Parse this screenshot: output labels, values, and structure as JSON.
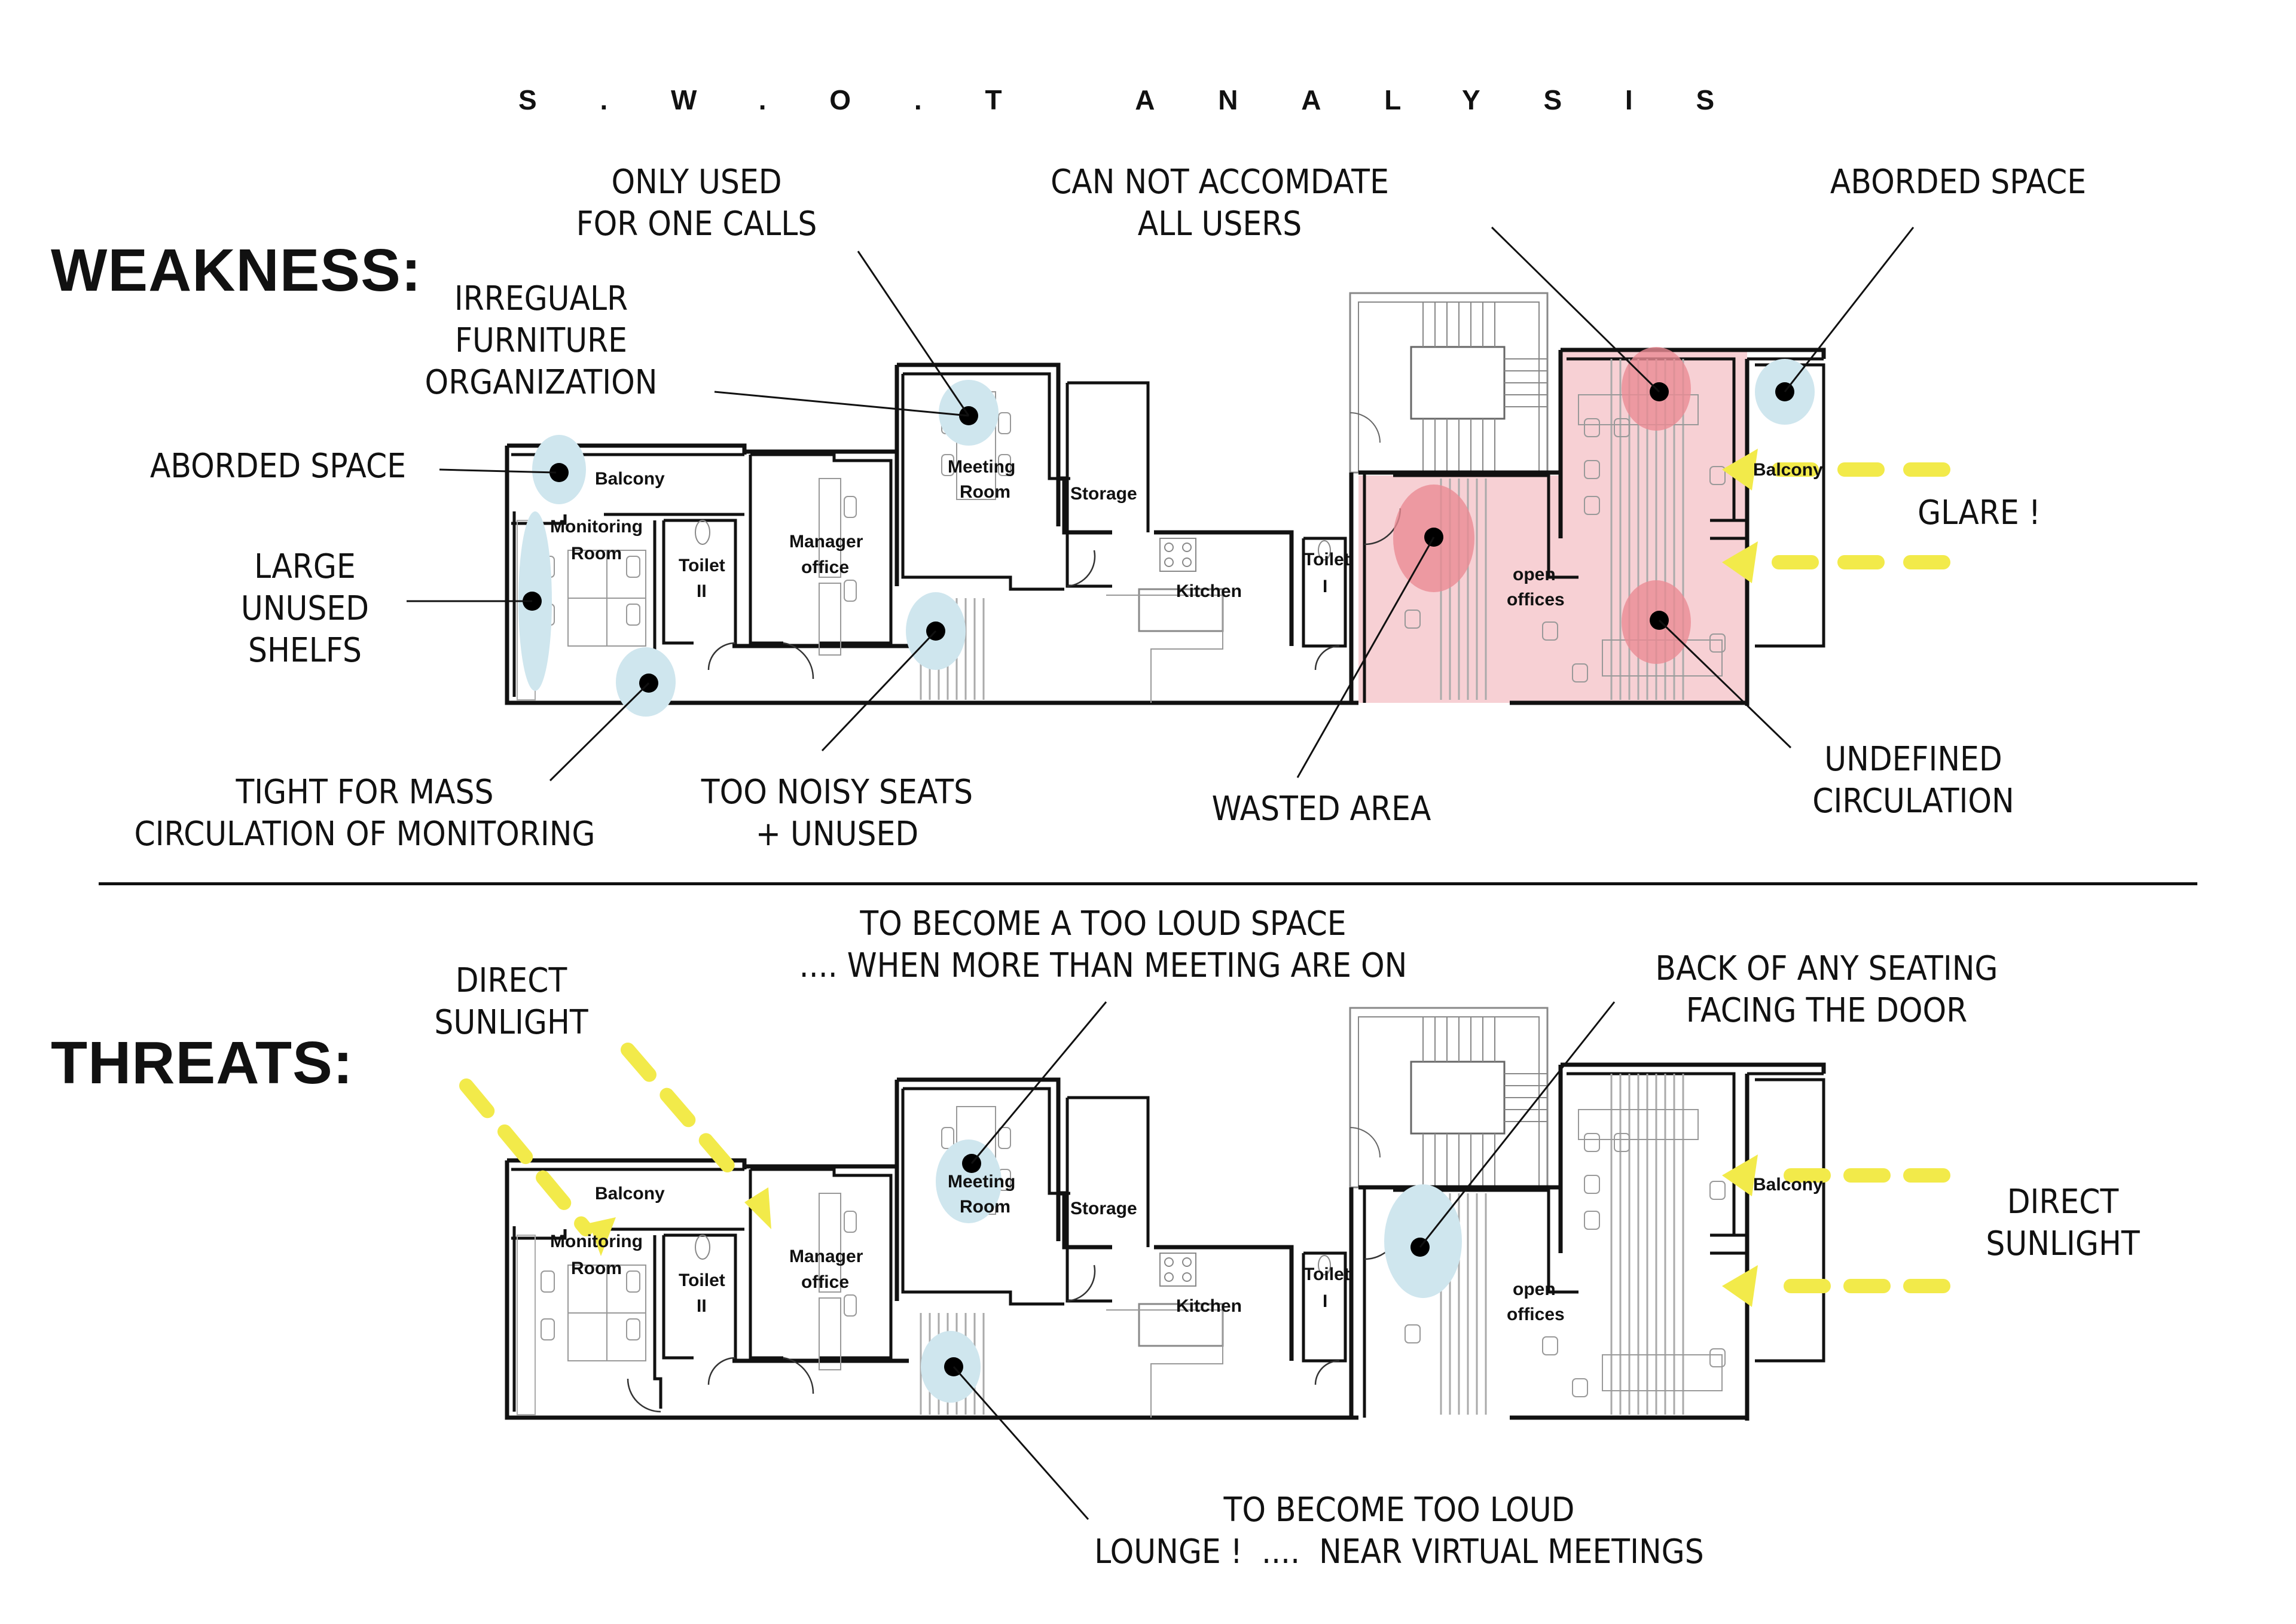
{
  "title": "S.W.O.T ANALYSIS",
  "colors": {
    "weak_zone": "#f7d0d4",
    "hotspot_red": "#ea8b93",
    "hotspot_blue": "#cfe6ee",
    "sun_arrow": "#f2ea4a",
    "wall": "#111111",
    "furniture": "#9a9a9a"
  },
  "rooms": {
    "balcony_left": "Balcony",
    "monitoring": "Monitoring Room",
    "toilet_2": "Toilet II",
    "manager": "Manager office",
    "meeting": "Meeting Room",
    "storage": "Storage",
    "kitchen": "Kitchen",
    "toilet_1": "Toilet I",
    "open_offices": "open offices",
    "balcony_right": "Balcony"
  },
  "weakness": {
    "heading": "WEAKNESS:",
    "notes": {
      "only_used": "ONLY USED\nFOR ONE CALLS",
      "cannot_accommodate": "CAN NOT ACCOMDATE\nALL USERS",
      "aborded_space_right": "ABORDED SPACE",
      "irregular": "IRREGUALR\nFURNITURE\nORGANIZATION",
      "aborded_space_left": "ABORDED SPACE",
      "large_unused": "LARGE\nUNUSED\nSHELFS",
      "glare": "GLARE !",
      "tight": "TIGHT FOR MASS\nCIRCULATION OF MONITORING",
      "too_noisy": "TOO NOISY SEATS\n+ UNUSED",
      "wasted": "WASTED AREA",
      "undefined": "UNDEFINED\nCIRCULATION"
    }
  },
  "threats": {
    "heading": "THREATS:",
    "notes": {
      "direct_sunlight_left": "DIRECT\nSUNLIGHT",
      "too_loud_space": "TO BECOME A TOO LOUD SPACE\n.... WHEN MORE THAN MEETING ARE ON",
      "back_of_seating": "BACK OF ANY SEATING\nFACING THE DOOR",
      "direct_sunlight_right": "DIRECT\nSUNLIGHT",
      "too_loud_lounge": "TO BECOME TOO LOUD\nLOUNGE !  ....  NEAR VIRTUAL MEETINGS"
    }
  }
}
